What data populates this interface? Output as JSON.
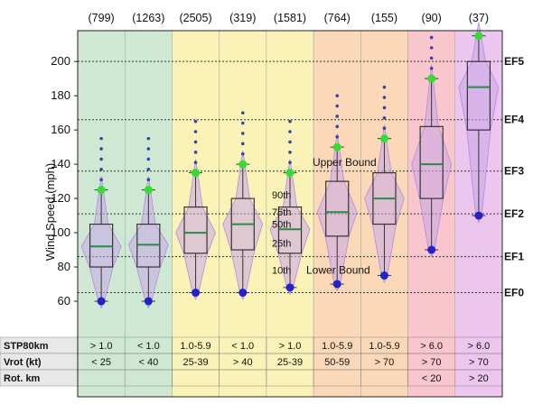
{
  "chart_data": {
    "type": "box",
    "ylabel": "Wind Speed (mph)",
    "ylim": [
      40,
      218
    ],
    "yticks": [
      60,
      80,
      100,
      120,
      140,
      160,
      180,
      200
    ],
    "counts": [
      "(799)",
      "(1263)",
      "(2505)",
      "(319)",
      "(1581)",
      "(764)",
      "(155)",
      "(90)",
      "(37)"
    ],
    "band_colors": [
      "#cfe8d4",
      "#cfe8d4",
      "#fbf2b8",
      "#fbf2b8",
      "#fbf2b8",
      "#fbd9b8",
      "#fbd9b8",
      "#f8c6cc",
      "#ecc6ee"
    ],
    "ef_lines": [
      {
        "label": "EF5",
        "value": 200
      },
      {
        "label": "EF4",
        "value": 166
      },
      {
        "label": "EF3",
        "value": 136
      },
      {
        "label": "EF2",
        "value": 111
      },
      {
        "label": "EF1",
        "value": 86
      },
      {
        "label": "EF0",
        "value": 65
      }
    ],
    "boxes": [
      {
        "whislo": 60,
        "q1": 80,
        "med": 92,
        "q3": 105,
        "whishi": 125
      },
      {
        "whislo": 60,
        "q1": 80,
        "med": 93,
        "q3": 105,
        "whishi": 125
      },
      {
        "whislo": 65,
        "q1": 88,
        "med": 100,
        "q3": 115,
        "whishi": 135
      },
      {
        "whislo": 65,
        "q1": 90,
        "med": 105,
        "q3": 120,
        "whishi": 140
      },
      {
        "whislo": 68,
        "q1": 88,
        "med": 102,
        "q3": 115,
        "whishi": 135
      },
      {
        "whislo": 70,
        "q1": 98,
        "med": 112,
        "q3": 130,
        "whishi": 150
      },
      {
        "whislo": 75,
        "q1": 105,
        "med": 120,
        "q3": 135,
        "whishi": 155
      },
      {
        "whislo": 90,
        "q1": 120,
        "med": 140,
        "q3": 162,
        "whishi": 190
      },
      {
        "whislo": 110,
        "q1": 160,
        "med": 185,
        "q3": 200,
        "whishi": 215
      }
    ],
    "annotations": {
      "upper_bound": "Upper Bound",
      "lower_bound": "Lower Bound",
      "pct_90": "90th",
      "pct_75": "75th",
      "pct_50": "50th",
      "pct_25": "25th",
      "pct_10": "10th"
    },
    "table": {
      "row_headers": [
        "STP80km",
        "Vrot (kt)",
        "Rot. km"
      ],
      "rows": [
        [
          "> 1.0",
          "< 1.0",
          "1.0-5.9",
          "< 1.0",
          "> 1.0",
          "1.0-5.9",
          "1.0-5.9",
          "> 6.0",
          "> 6.0"
        ],
        [
          "< 25",
          "< 40",
          "25-39",
          "> 40",
          "25-39",
          "50-59",
          "> 70",
          "> 70",
          "> 70"
        ],
        [
          "",
          "",
          "",
          "",
          "",
          "",
          "",
          "< 20",
          "> 20"
        ]
      ]
    }
  }
}
